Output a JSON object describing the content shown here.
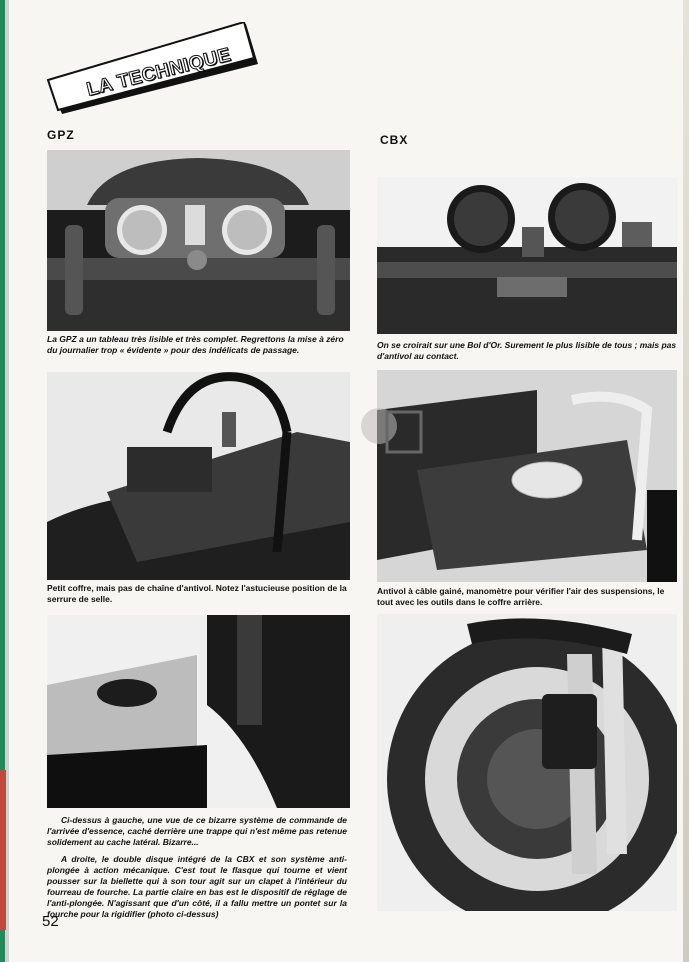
{
  "section": {
    "title": "LA TECHNIQUE"
  },
  "labels": {
    "gpz": "GPZ",
    "cbx": "CBX"
  },
  "captions": {
    "gpz_dash": "La GPZ a un tableau très lisible et très complet. Regrettons la mise à zéro du journalier trop « évidente » pour des indélicats de passage.",
    "cbx_dash": "On se croirait sur une Bol d'Or. Surement le plus lisible de tous ; mais pas d'antivol au contact.",
    "gpz_box": "Petit coffre, mais pas de chaîne d'antivol. Notez l'astucieuse position de la serrure de selle.",
    "cbx_box": "Antivol à câble gainé, manomètre pour vérifier l'air des suspensions, le tout avec les outils dans le coffre arrière.",
    "bottom_1": "Ci-dessus à gauche, une vue de ce bizarre système de commande de l'arrivée d'essence, caché derrière une trappe qui n'est même pas retenue solidement au cache latéral. Bizarre...",
    "bottom_2": "A droite, le double disque intégré de la CBX et son système anti-plongée à action mécanique. C'est tout le flasque qui tourne et vient pousser sur la biellette qui à son tour agit sur un clapet à l'intérieur du fourreau de fourche. La partie claire en bas est le dispositif de réglage de l'anti-plongée. N'agissant que d'un côté, il a fallu mettre un pontet sur la fourche pour la rigidifier (photo ci-dessus)"
  },
  "page": {
    "number": "52"
  }
}
